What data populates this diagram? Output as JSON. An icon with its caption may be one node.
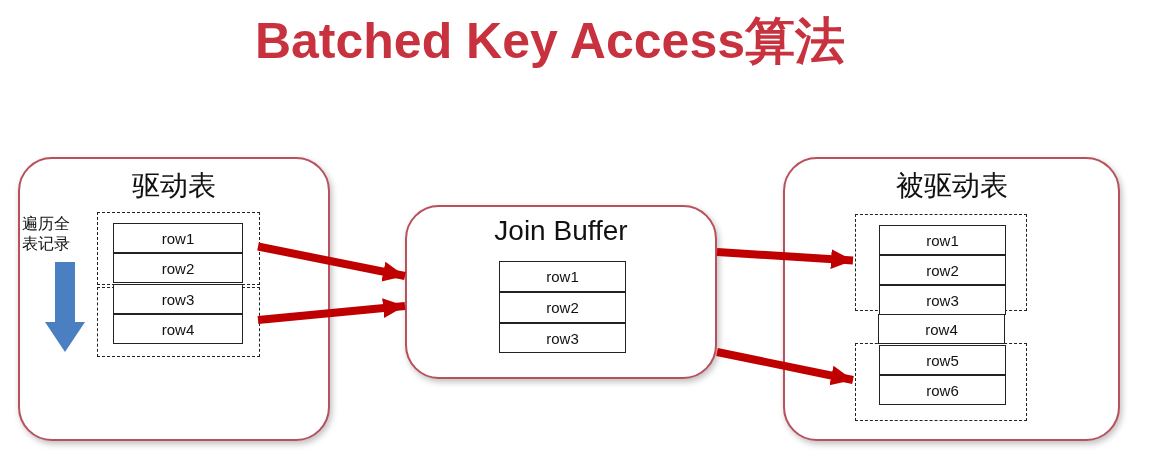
{
  "diagram": {
    "title": "Batched Key Access算法",
    "nodes": [
      {
        "text": [
          "驱动表"
        ]
      },
      {
        "text": [],
        "shape": "box",
        "in": 0
      },
      {
        "text": [
          "row1"
        ],
        "in": 1
      },
      {
        "text": [
          "row2"
        ],
        "in": 1
      },
      {
        "text": [],
        "shape": "box",
        "in": 0
      },
      {
        "text": [
          "row3"
        ],
        "in": 4
      },
      {
        "text": [
          "row4"
        ],
        "in": 4
      },
      {
        "text": [
          "Join Buffer"
        ]
      },
      {
        "text": [
          "row1"
        ],
        "in": 7
      },
      {
        "text": [
          "row2"
        ],
        "in": 7
      },
      {
        "text": [
          "row3"
        ],
        "in": 7
      },
      {
        "text": [
          "被驱动表"
        ]
      },
      {
        "text": [],
        "shape": "box",
        "in": 11
      },
      {
        "text": [
          "row1"
        ],
        "in": 12
      },
      {
        "text": [
          "row2"
        ],
        "in": 12
      },
      {
        "text": [
          "row3"
        ],
        "in": 12
      },
      {
        "text": [
          "row4"
        ],
        "in": 11
      },
      {
        "text": [],
        "shape": "box",
        "in": 11
      },
      {
        "text": [
          "row5"
        ],
        "in": 17
      },
      {
        "text": [
          "row6"
        ],
        "in": 17
      }
    ],
    "edges": [
      {
        "from": 1,
        "to": 7,
        "arrow": "to"
      },
      {
        "from": 4,
        "to": 7,
        "arrow": "to"
      },
      {
        "from": 7,
        "to": 12,
        "arrow": "to"
      },
      {
        "from": 7,
        "to": 17,
        "arrow": "to"
      }
    ],
    "labels": [
      "遍历全表记录"
    ]
  }
}
